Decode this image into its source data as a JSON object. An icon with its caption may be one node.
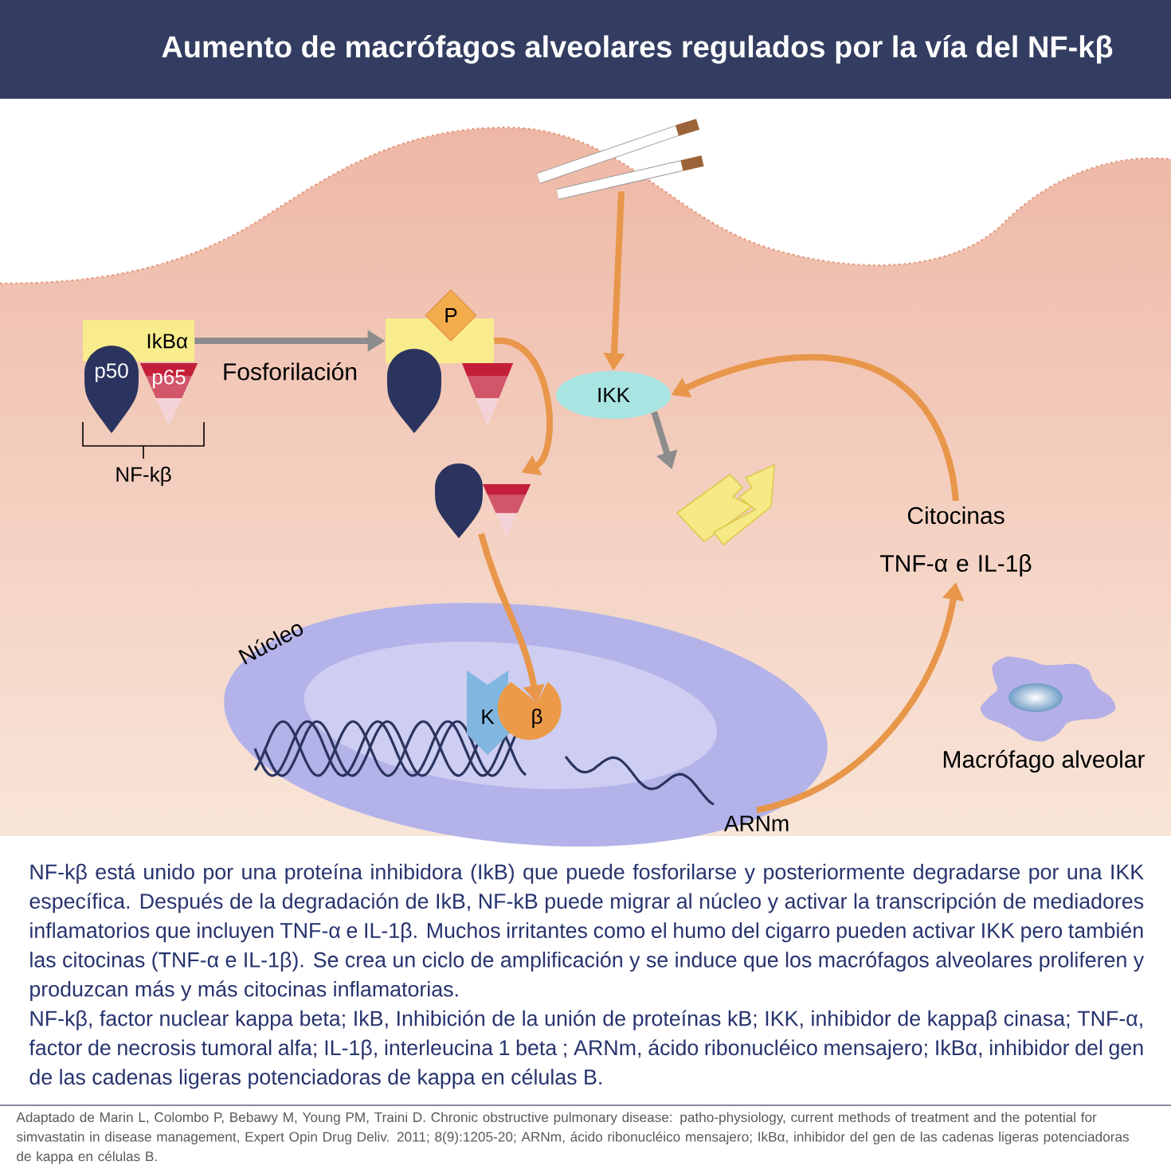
{
  "diagram": {
    "title": "Aumento de macrófagos alveolares regulados por la vía del NF-kβ",
    "nodes": [
      {
        "text": [
          "IkBα"
        ]
      },
      {
        "text": [
          "p50"
        ]
      },
      {
        "text": [
          "p65"
        ]
      },
      {
        "text": [],
        "shape": "picture"
      },
      {
        "text": [
          "P"
        ]
      },
      {
        "text": [
          "IKK"
        ]
      },
      {
        "text": [],
        "shape": "picture"
      },
      {
        "text": [],
        "shape": "picture"
      },
      {
        "text": [],
        "shape": "picture"
      },
      {
        "text": [
          "Núcleo"
        ]
      },
      {
        "text": [
          "K"
        ],
        "in": 9
      },
      {
        "text": [
          "β"
        ],
        "in": 9
      },
      {
        "text": [
          "ARNm"
        ]
      },
      {
        "text": [
          "Citocinas TNF-α e IL-1β"
        ]
      },
      {
        "text": [
          "Macrófago alveolar"
        ]
      }
    ],
    "edges": [
      {
        "from": 0,
        "to": 3,
        "arrow": "to",
        "label": "Fosforilación",
        "color": "#8c8c8c"
      },
      {
        "from": 6,
        "to": 5,
        "arrow": "to"
      },
      {
        "from": 3,
        "to": 7,
        "arrow": "to"
      },
      {
        "from": 5,
        "to": 8,
        "arrow": "to",
        "color": "#8c8c8c"
      },
      {
        "from": 7,
        "to": 11,
        "arrow": "to"
      },
      {
        "from": 12,
        "to": 13,
        "arrow": "to"
      },
      {
        "from": 13,
        "to": 5,
        "arrow": "to"
      }
    ],
    "labels": [
      "NF-kβ",
      "NF-kβ está unido por una proteína inhibidora (IkB) que puede fosforilarse y posteriormente degradarse por una IKK específica. Después de la degradación de IkB, NF-kB puede migrar al núcleo y activar la transcripción de mediadores inflamatorios que incluyen TNF-α e IL-1β. Muchos irritantes como el humo del cigarro pueden activar IKK pero también las citocinas (TNF-α e IL-1β). Se crea un ciclo de amplificación y se induce que los macrófagos alveolares proliferen y produzcan más y más citocinas inflamatorias.",
      "NF-kβ, factor nuclear kappa beta; IkB, Inhibición de la unión de proteínas kB; IKK, inhibidor de kappaβ cinasa; TNF-α, factor de necrosis tumoral alfa; IL-1β, interleucina 1 beta ; ARNm, ácido ribonucléico mensajero; IkBα, inhibidor del gen de las cadenas ligeras potenciadoras de kappa en células B.",
      "Adaptado de Marin L, Colombo P, Bebawy M, Young PM, Traini D. Chronic obstructive pulmonary disease: patho-physiology, current methods of treatment and the potential for simvastatin in disease management, Expert Opin Drug Deliv. 2011; 8(9):1205-20; ARNm, ácido ribonucléico mensajero; IkBα, inhibidor del gen de las cadenas ligeras potenciadoras de kappa en células B."
    ]
  }
}
